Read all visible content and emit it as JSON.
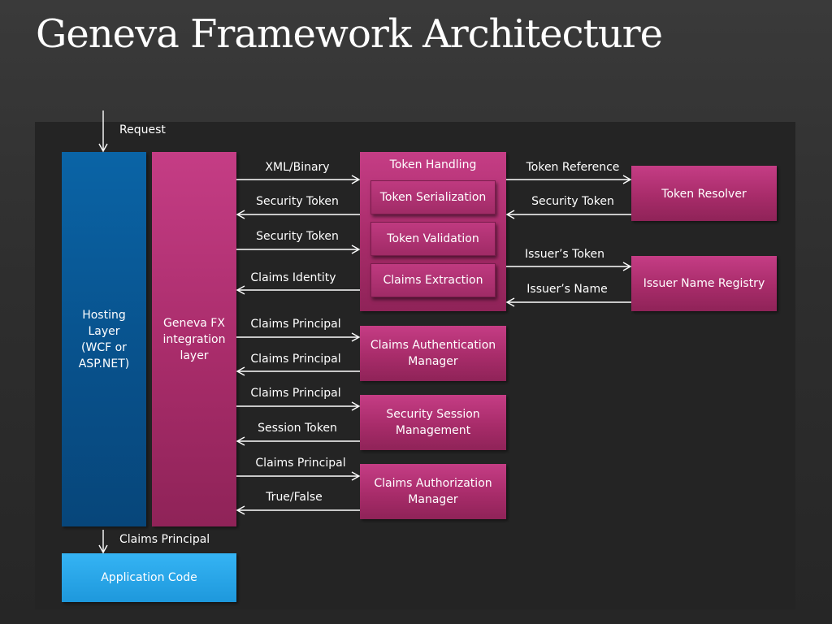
{
  "title": "Geneva Framework Architecture",
  "hosting_layer": {
    "label": "Hosting\nLayer\n(WCF or\nASP.NET)"
  },
  "integration_layer": {
    "label": "Geneva FX\nintegration\nlayer"
  },
  "application_code": {
    "label": "Application Code"
  },
  "request_label": "Request",
  "output_label": "Claims Principal",
  "token_handling": {
    "title": "Token Handling",
    "items": [
      "Token Serialization",
      "Token Validation",
      "Claims Extraction"
    ]
  },
  "token_resolver": {
    "label": "Token Resolver"
  },
  "issuer_registry": {
    "label": "Issuer Name Registry"
  },
  "claims_auth_manager": {
    "label": "Claims Authentication\nManager"
  },
  "security_session": {
    "label": "Security Session\nManagement"
  },
  "claims_authz_manager": {
    "label": "Claims Authorization\nManager"
  },
  "flows": {
    "xml_binary": "XML/Binary",
    "security_token_back": "Security Token",
    "security_token_fwd": "Security Token",
    "claims_identity": "Claims Identity",
    "claims_principal_to_auth": "Claims Principal",
    "claims_principal_from_auth": "Claims Principal",
    "claims_principal_to_session": "Claims Principal",
    "session_token": "Session Token",
    "claims_principal_to_authz": "Claims Principal",
    "true_false": "True/False",
    "token_reference": "Token Reference",
    "security_token_from_resolver": "Security Token",
    "issuers_token": "Issuer’s Token",
    "issuers_name": "Issuer’s Name"
  }
}
